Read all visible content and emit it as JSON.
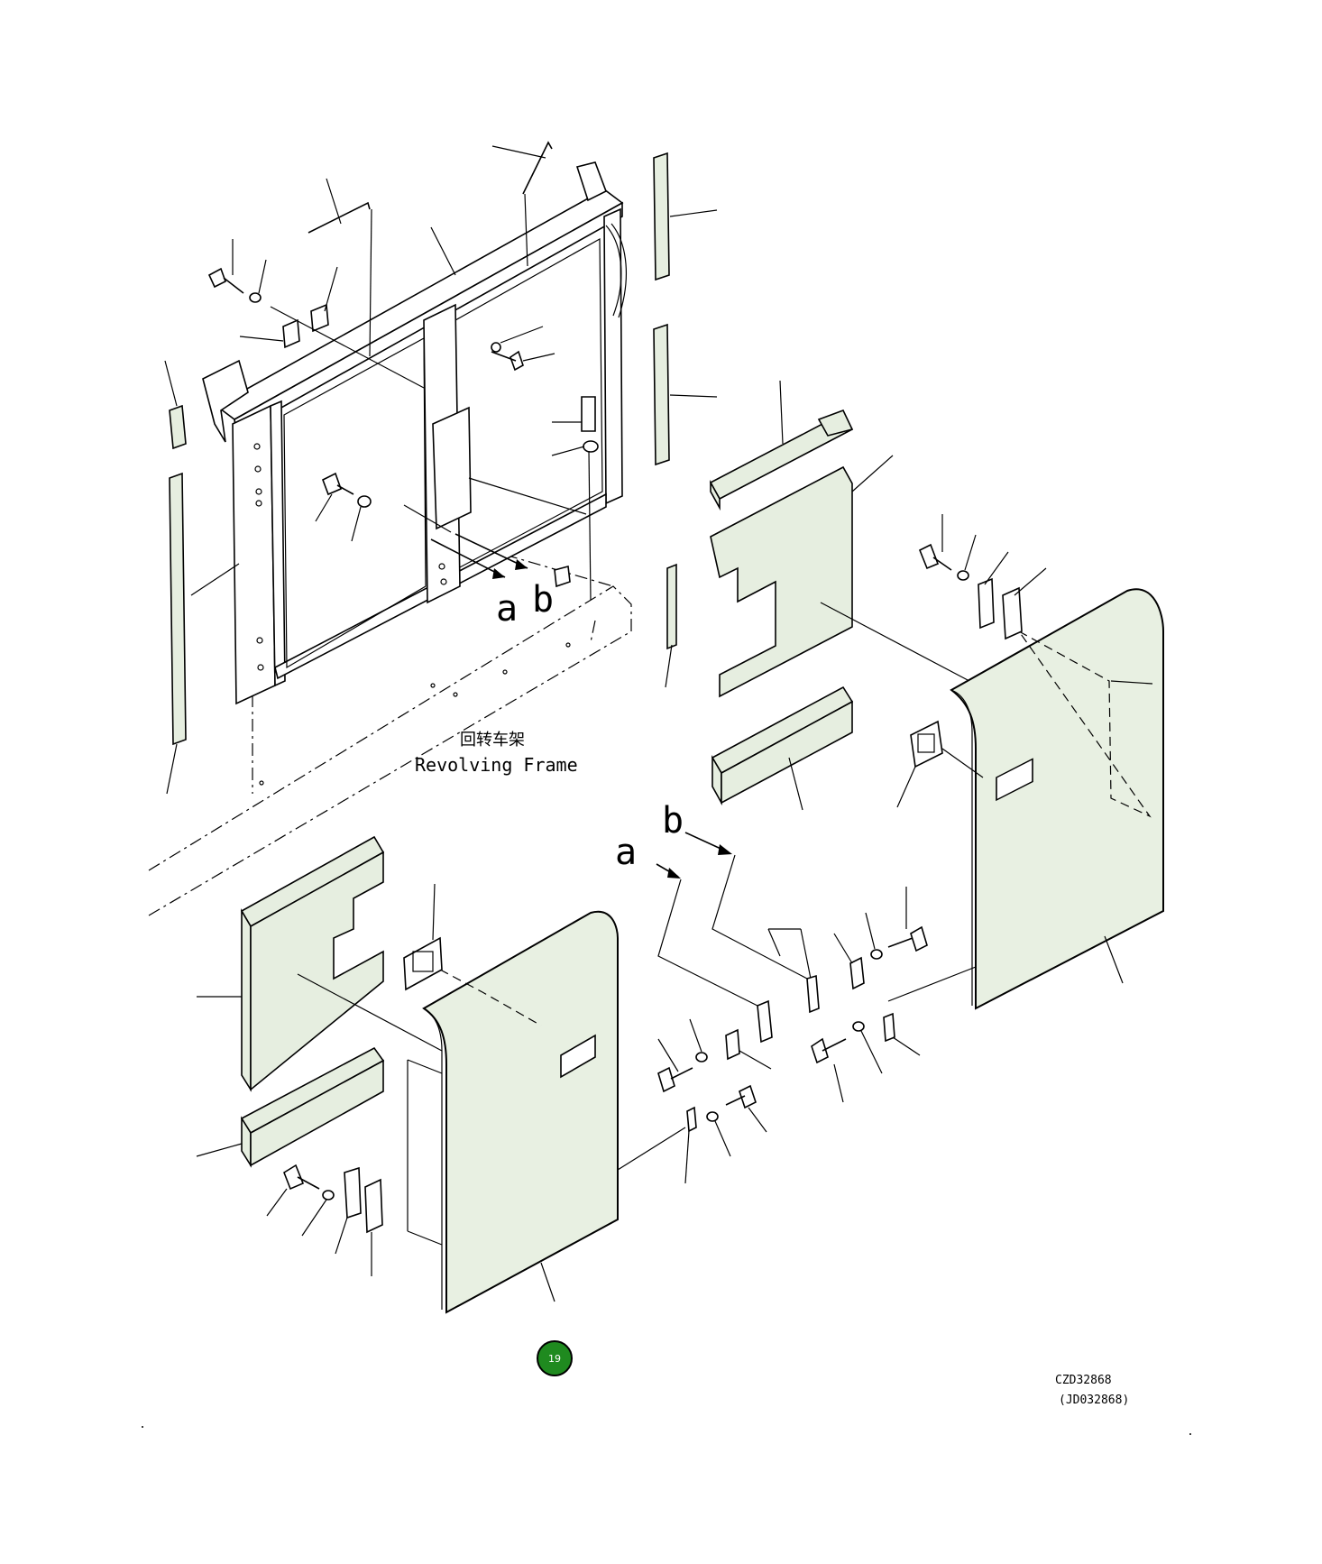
{
  "labels": {
    "frame_cn": "回转车架",
    "frame_en": "Revolving Frame",
    "view_a": "a",
    "view_b": "b",
    "detail_a": "a",
    "detail_b": "b"
  },
  "drawing_code": {
    "primary": "CZD32868",
    "secondary": "(JD032868)"
  },
  "page_badge": {
    "number": "19",
    "color": "#1f8a1f"
  }
}
